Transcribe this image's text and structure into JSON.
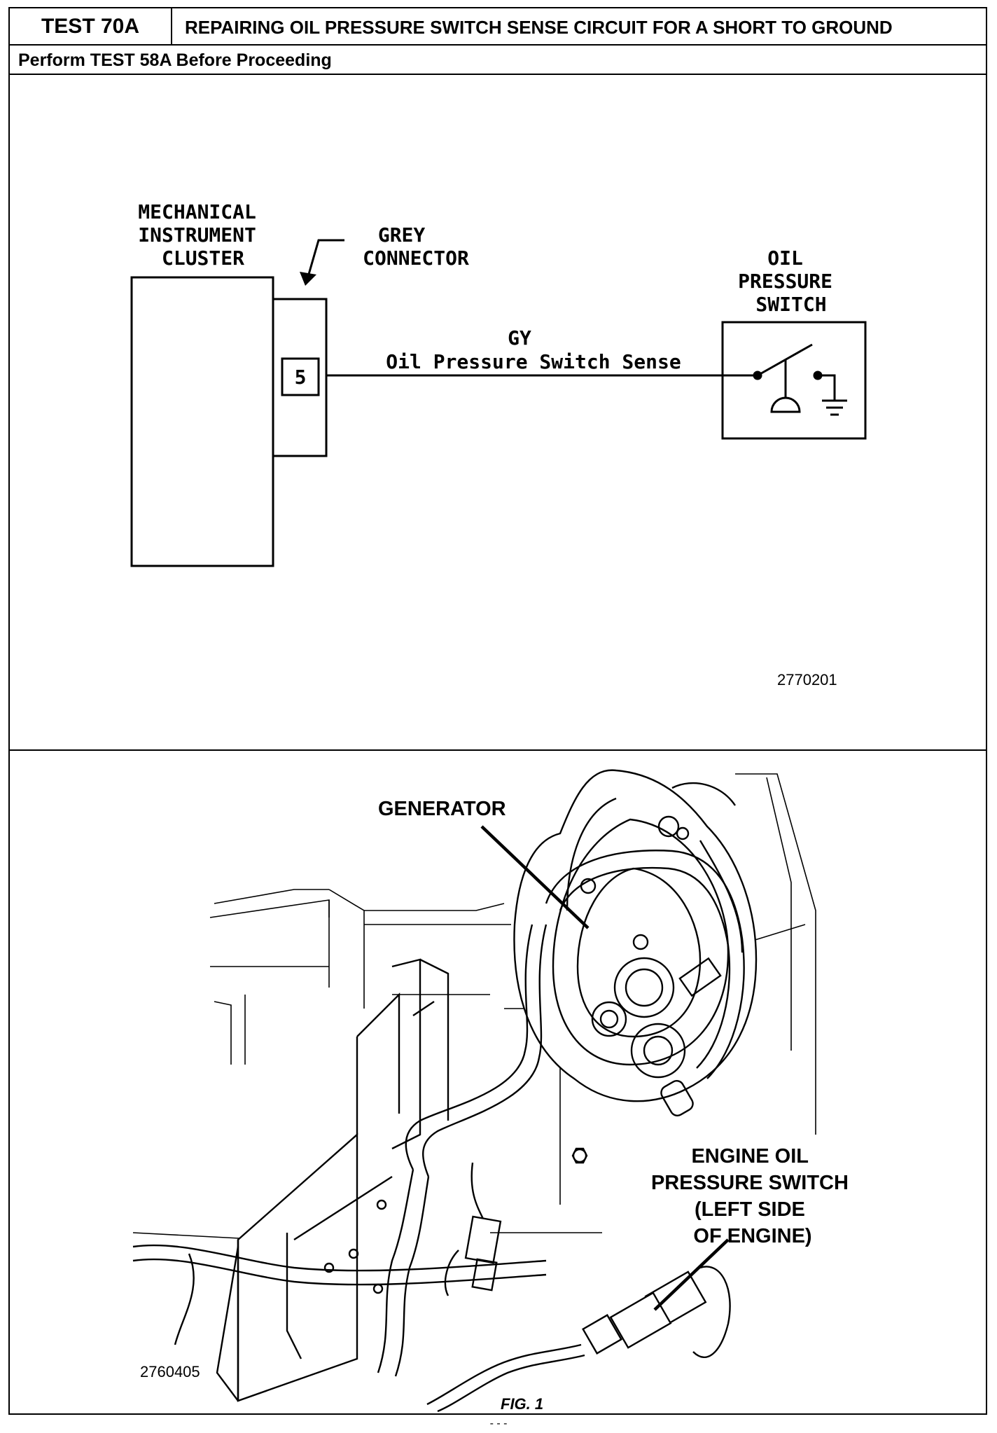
{
  "header": {
    "test_id": "TEST 70A",
    "title": "REPAIRING OIL PRESSURE SWITCH SENSE CIRCUIT FOR A SHORT TO GROUND",
    "prerequisite": "Perform TEST 58A Before Proceeding"
  },
  "schematic": {
    "cluster_label": [
      "MECHANICAL",
      "INSTRUMENT",
      "CLUSTER"
    ],
    "connector_label": [
      "GREY",
      "CONNECTOR"
    ],
    "pin_number": "5",
    "wire_color": "GY",
    "wire_name": "Oil Pressure Switch Sense",
    "switch_label": [
      "OIL",
      "PRESSURE",
      "SWITCH"
    ],
    "figure_id": "2770201"
  },
  "illustration": {
    "generator_label": "GENERATOR",
    "switch_callout": [
      "ENGINE OIL",
      "PRESSURE SWITCH",
      "(LEFT SIDE",
      "OF ENGINE)"
    ],
    "figure_id": "2760405",
    "caption": "FIG. 1"
  },
  "footer": {
    "page_mark": "- - -"
  }
}
